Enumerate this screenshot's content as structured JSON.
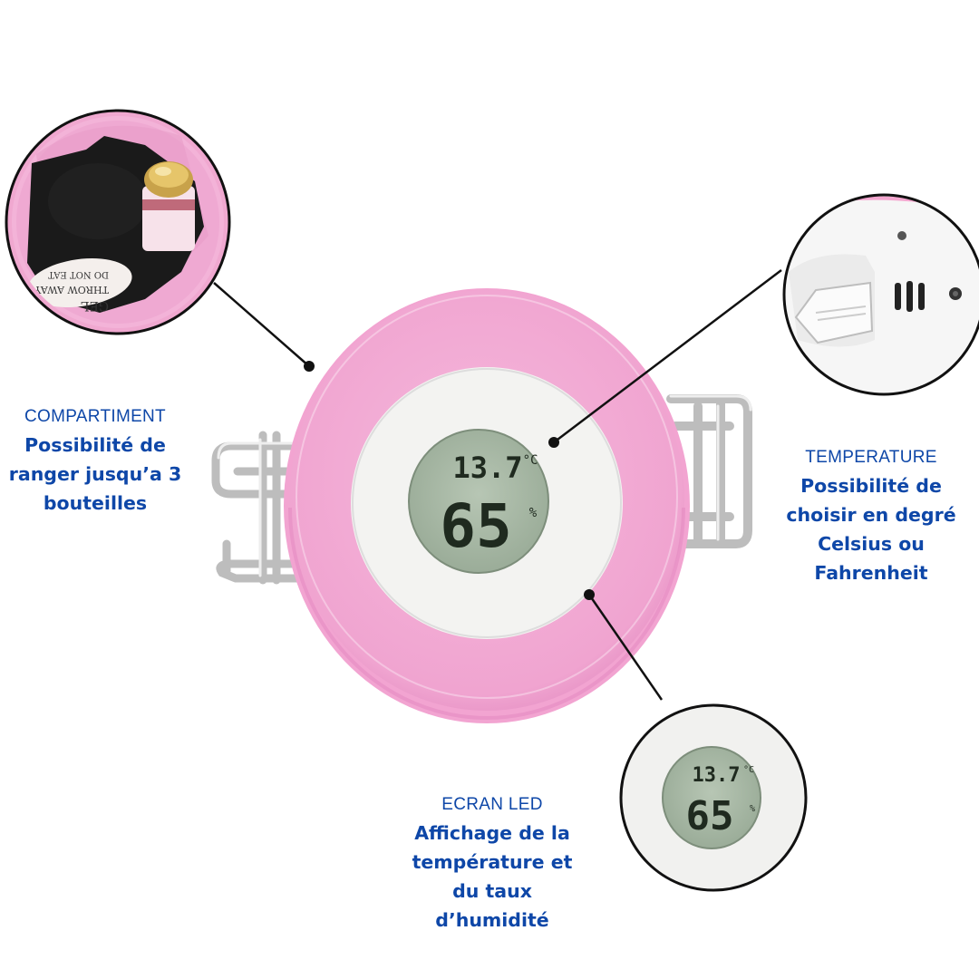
{
  "callouts": {
    "compartiment": {
      "kicker": "COMPARTIMENT",
      "desc": "Possibilité de\nranger jusqu’a 3\nbouteilles"
    },
    "temperature": {
      "kicker": "TEMPERATURE",
      "desc": "Possibilité de\nchoisir en degré\nCelsius ou\nFahrenheit"
    },
    "ecran": {
      "kicker": "ECRAN LED",
      "desc": "Affichage de la\ntempérature et\ndu taux\nd’humidité"
    }
  },
  "display": {
    "temperature": "13.7",
    "temp_unit": "°C",
    "humidity": "65",
    "humidity_unit": "%"
  },
  "compartment_label": {
    "line1": "GEL",
    "line2": "THROW AWAY",
    "line3": "DO NOT EAT"
  },
  "colors": {
    "pink": "#f2a9d4",
    "pink_dark": "#e98cc4",
    "lcd": "#a8b9a6",
    "text_blue": "#0e47a8",
    "metal": "#c9c9c9"
  }
}
